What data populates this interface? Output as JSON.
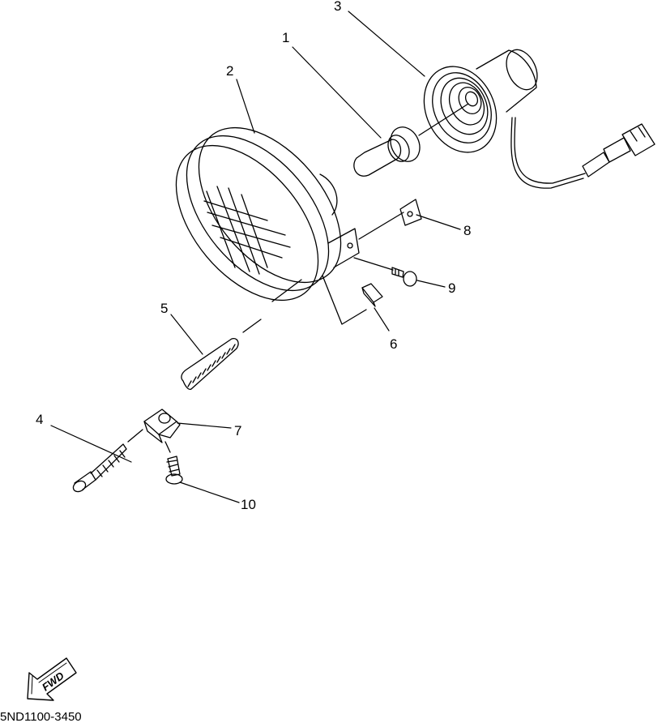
{
  "diagram": {
    "callouts": {
      "c1": "1",
      "c2": "2",
      "c3": "3",
      "c4": "4",
      "c5": "5",
      "c6": "6",
      "c7": "7",
      "c8": "8",
      "c9": "9",
      "c10": "10"
    },
    "direction_label": "FWD",
    "part_code": "5ND1100-3450"
  }
}
